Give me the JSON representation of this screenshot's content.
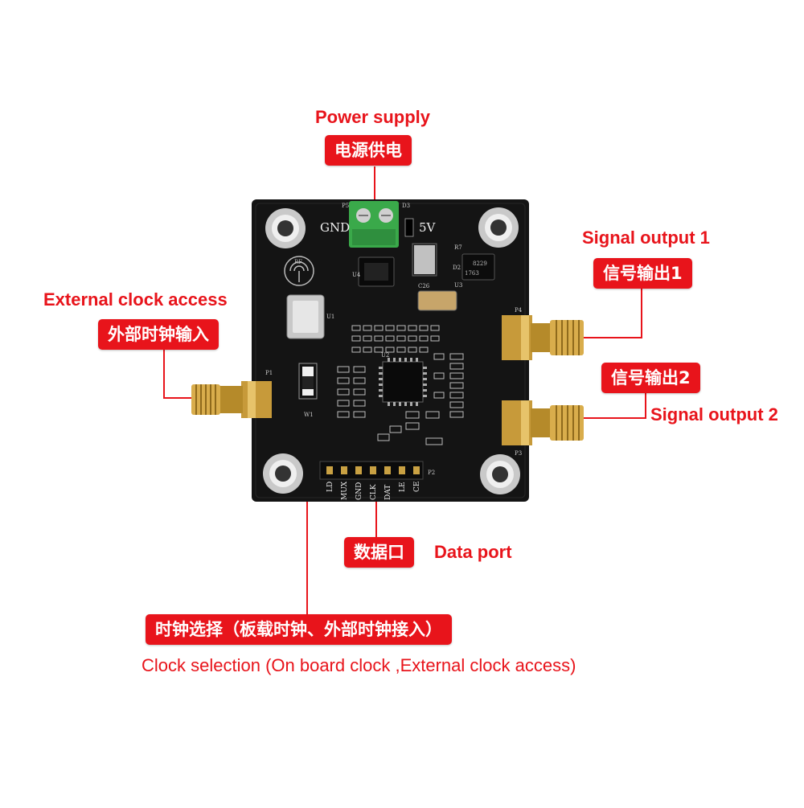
{
  "labels": {
    "power_en": "Power supply",
    "power_cn": "电源供电",
    "out1_en": "Signal output 1",
    "out1_cn": "信号输出1",
    "out2_cn": "信号输出2",
    "out2_en": "Signal output 2",
    "ext_en": "External clock access",
    "ext_cn": "外部时钟输入",
    "data_cn": "数据口",
    "data_en": "Data port",
    "clk_cn": "时钟选择（板载时钟、外部时钟接入）",
    "clk_en": "Clock selection (On board clock ,External clock access)"
  },
  "board": {
    "gnd": "GND",
    "v5": "5V",
    "p5": "P5",
    "d3": "D3",
    "r7": "R7",
    "d2": "D2",
    "u4": "U4",
    "u3": "U3",
    "c26": "C26",
    "chip_text": "8229",
    "chip_text2": "1763",
    "u1": "U1",
    "u2": "U2",
    "p1": "P1",
    "p2": "P2",
    "p3": "P3",
    "p4": "P4",
    "w1": "W1",
    "rf": "RF",
    "header_pins": [
      "LD",
      "MUX",
      "GND",
      "CLK",
      "DAT",
      "LE",
      "CE"
    ]
  },
  "colors": {
    "label_red": "#e8141b",
    "pcb": "#141414",
    "gold": "#d4a63a",
    "terminal_green": "#3aa94a"
  }
}
